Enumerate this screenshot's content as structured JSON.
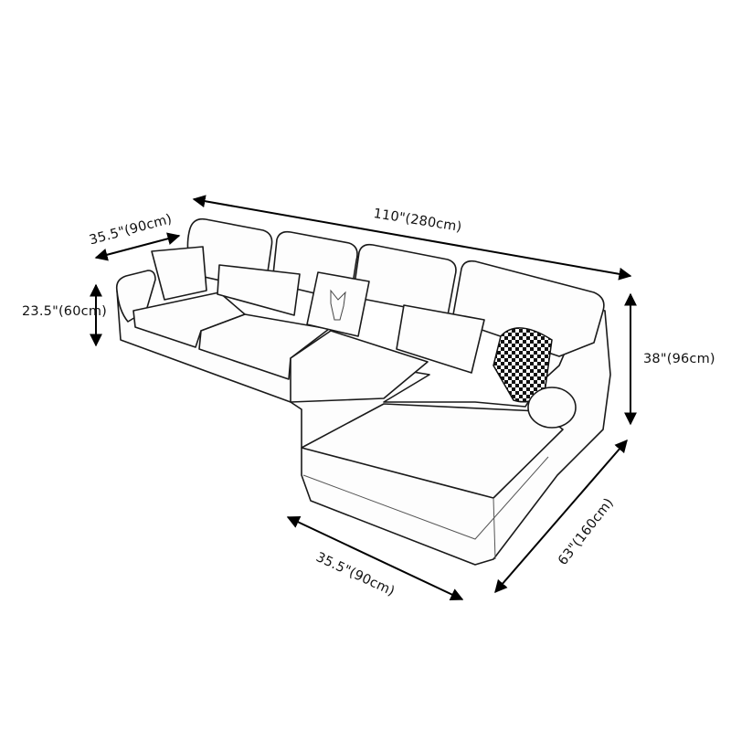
{
  "diagram": {
    "subject": "L-shaped sectional sofa with right-facing chaise",
    "style": "pencil sketch line drawing",
    "colors": {
      "background": "#ffffff",
      "line": "#1a1a1a",
      "dimension_arrow": "#000000"
    }
  },
  "dimensions": {
    "overall_length": "110\"(280cm)",
    "sofa_depth": "35.5\"(90cm)",
    "seat_height_side": "23.5\"(60cm)",
    "back_height": "38\"(96cm)",
    "chaise_length": "63\"(160cm)",
    "chaise_width": "35.5\"(90cm)"
  },
  "pillows": [
    {
      "name": "plain square pillow"
    },
    {
      "name": "plain lumbar pillow"
    },
    {
      "name": "deer head print pillow"
    },
    {
      "name": "plain lumbar pillow"
    },
    {
      "name": "houndstooth pattern pillow"
    },
    {
      "name": "bolster pillow"
    }
  ]
}
